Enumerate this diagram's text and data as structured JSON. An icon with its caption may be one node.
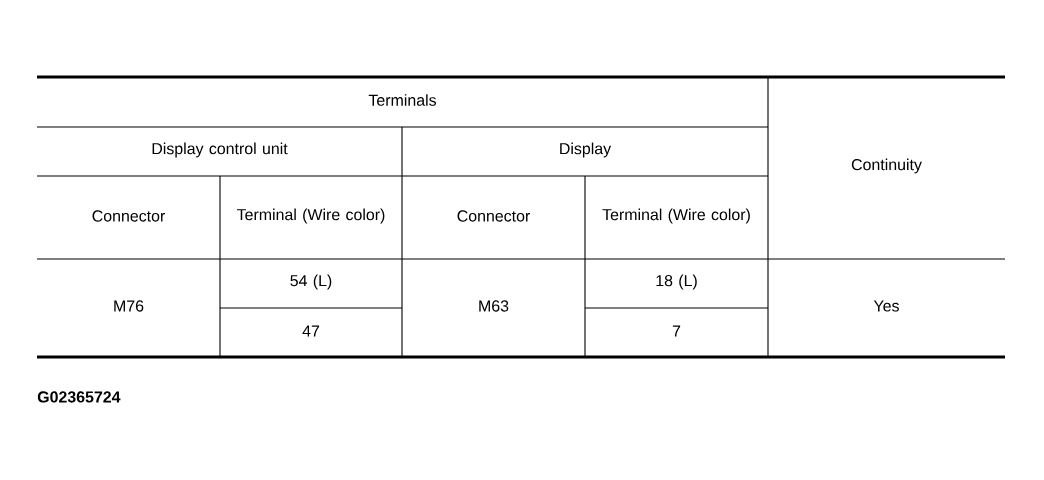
{
  "diagram": {
    "labels": [
      "Terminals",
      "Continuity",
      "Display control unit",
      "Display",
      "Connector",
      "Terminal (Wire color)",
      "Connector",
      "Terminal (Wire color)",
      "M76",
      "54 (L)",
      "M63",
      "18 (L)",
      "Yes",
      "47",
      "7",
      "G02365724"
    ]
  }
}
